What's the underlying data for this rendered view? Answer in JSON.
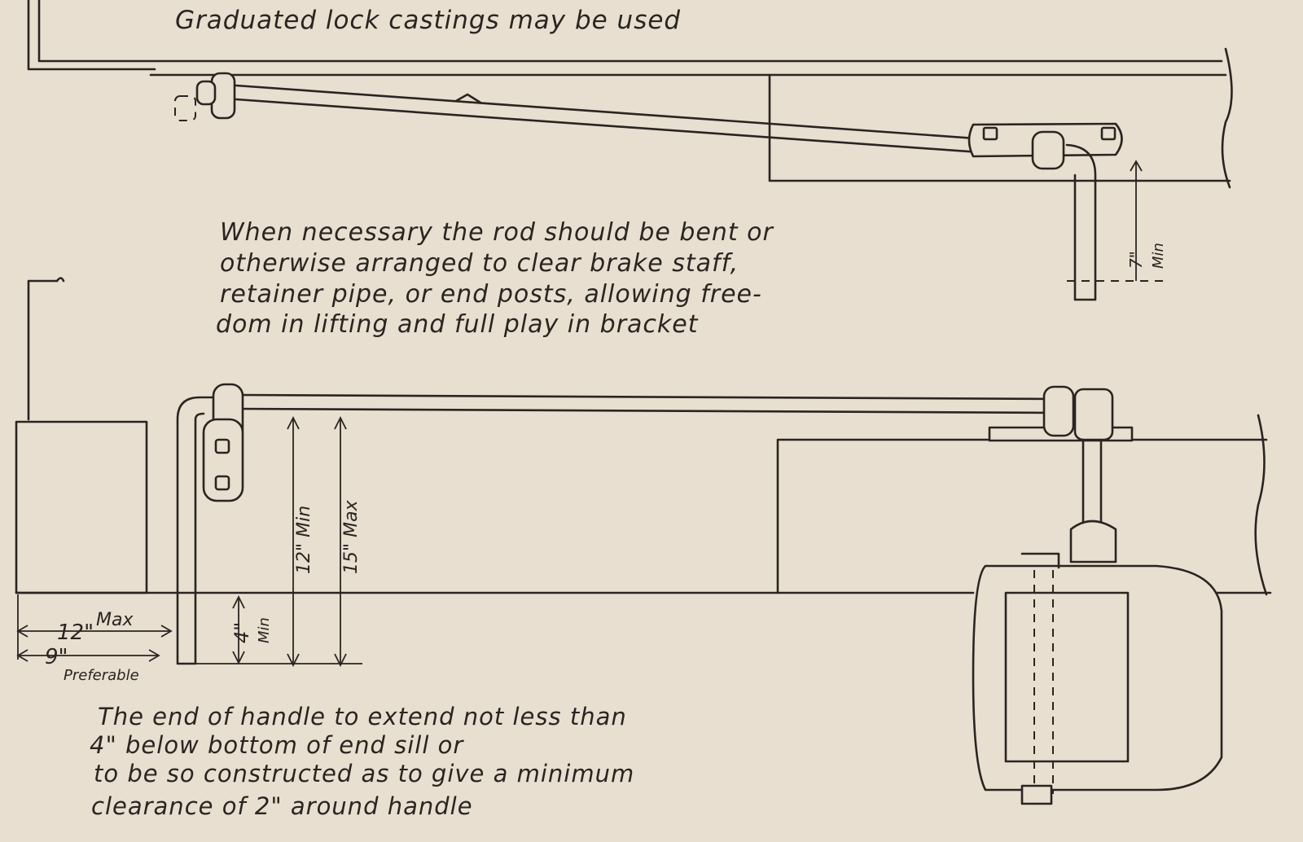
{
  "notes": {
    "top": "Graduated lock castings may be used",
    "middle": [
      "When necessary the rod should be bent or",
      "otherwise arranged to clear brake staff,",
      "retainer pipe, or end posts, allowing free-",
      "dom in lifting and full play in bracket"
    ],
    "bottom": [
      "The end of handle to extend not less than",
      "4\" below bottom of end sill or",
      "to be so constructed as to give a minimum",
      "clearance of 2\" around handle"
    ]
  },
  "dimensions": {
    "top_min": "7\"",
    "top_min_label": "Min",
    "max_12": "12\"",
    "max_12_label": "Max",
    "pref_9": "9\"",
    "pref_9_label": "Preferable",
    "min_4": "4\"",
    "min_4_label": "Min",
    "min_12": "12\" Min",
    "max_15": "15\" Max"
  }
}
